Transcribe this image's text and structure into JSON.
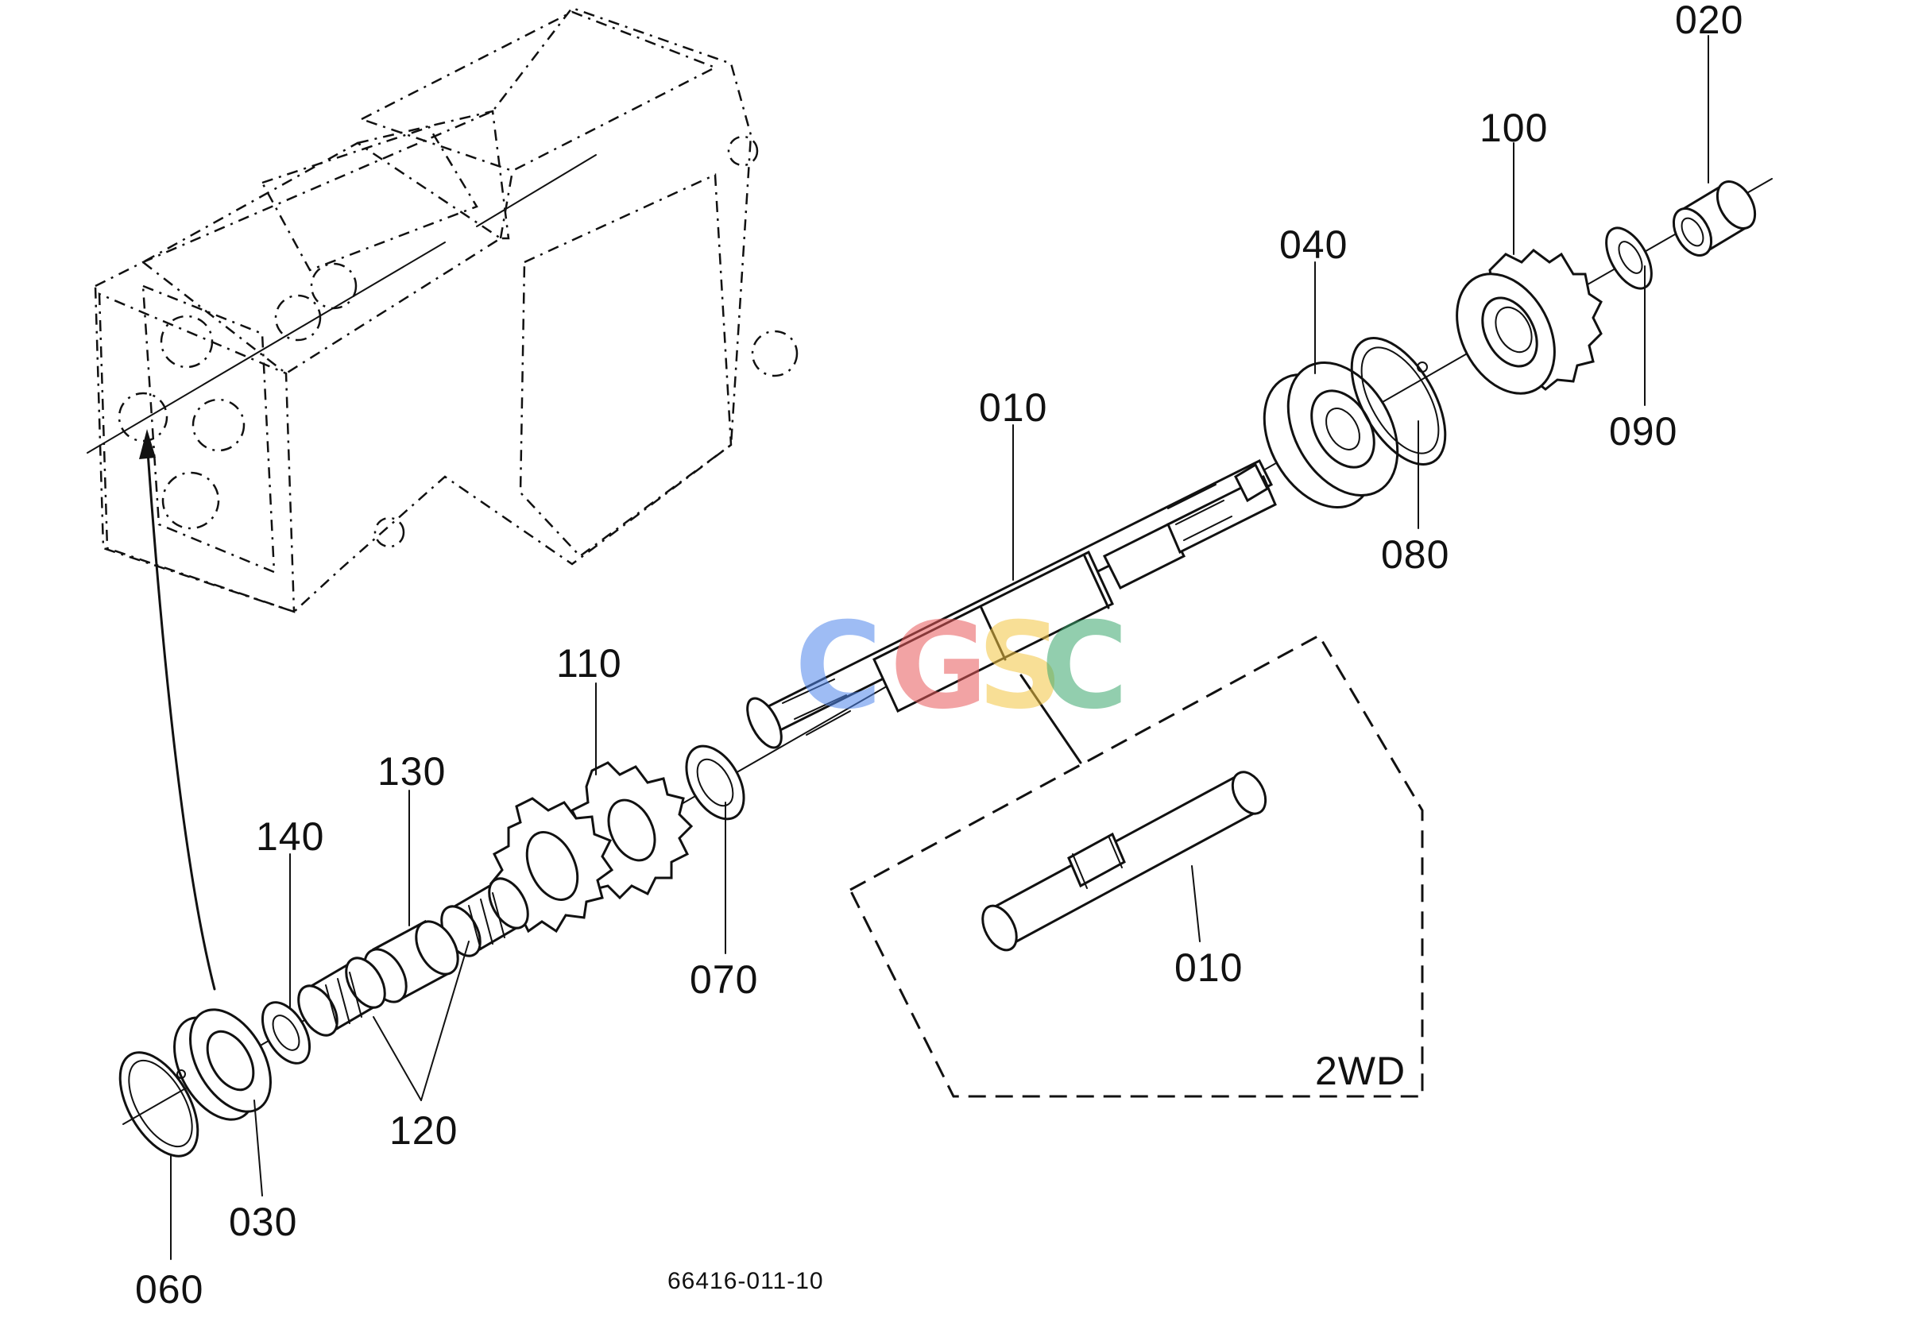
{
  "callouts": {
    "p020": "020",
    "p100": "100",
    "p040": "040",
    "p090": "090",
    "p080": "080",
    "p010_main": "010",
    "p110": "110",
    "p130": "130",
    "p140": "140",
    "p070": "070",
    "p010_2wd": "010",
    "p120": "120",
    "p030": "030",
    "p060": "060"
  },
  "variant_label": "2WD",
  "drawing_code": "66416-011-10",
  "watermark": {
    "letters": [
      "C",
      "G",
      "S",
      "C"
    ],
    "colors": [
      "#4f86ec",
      "#e8595b",
      "#f4c542",
      "#3aa76d"
    ]
  }
}
